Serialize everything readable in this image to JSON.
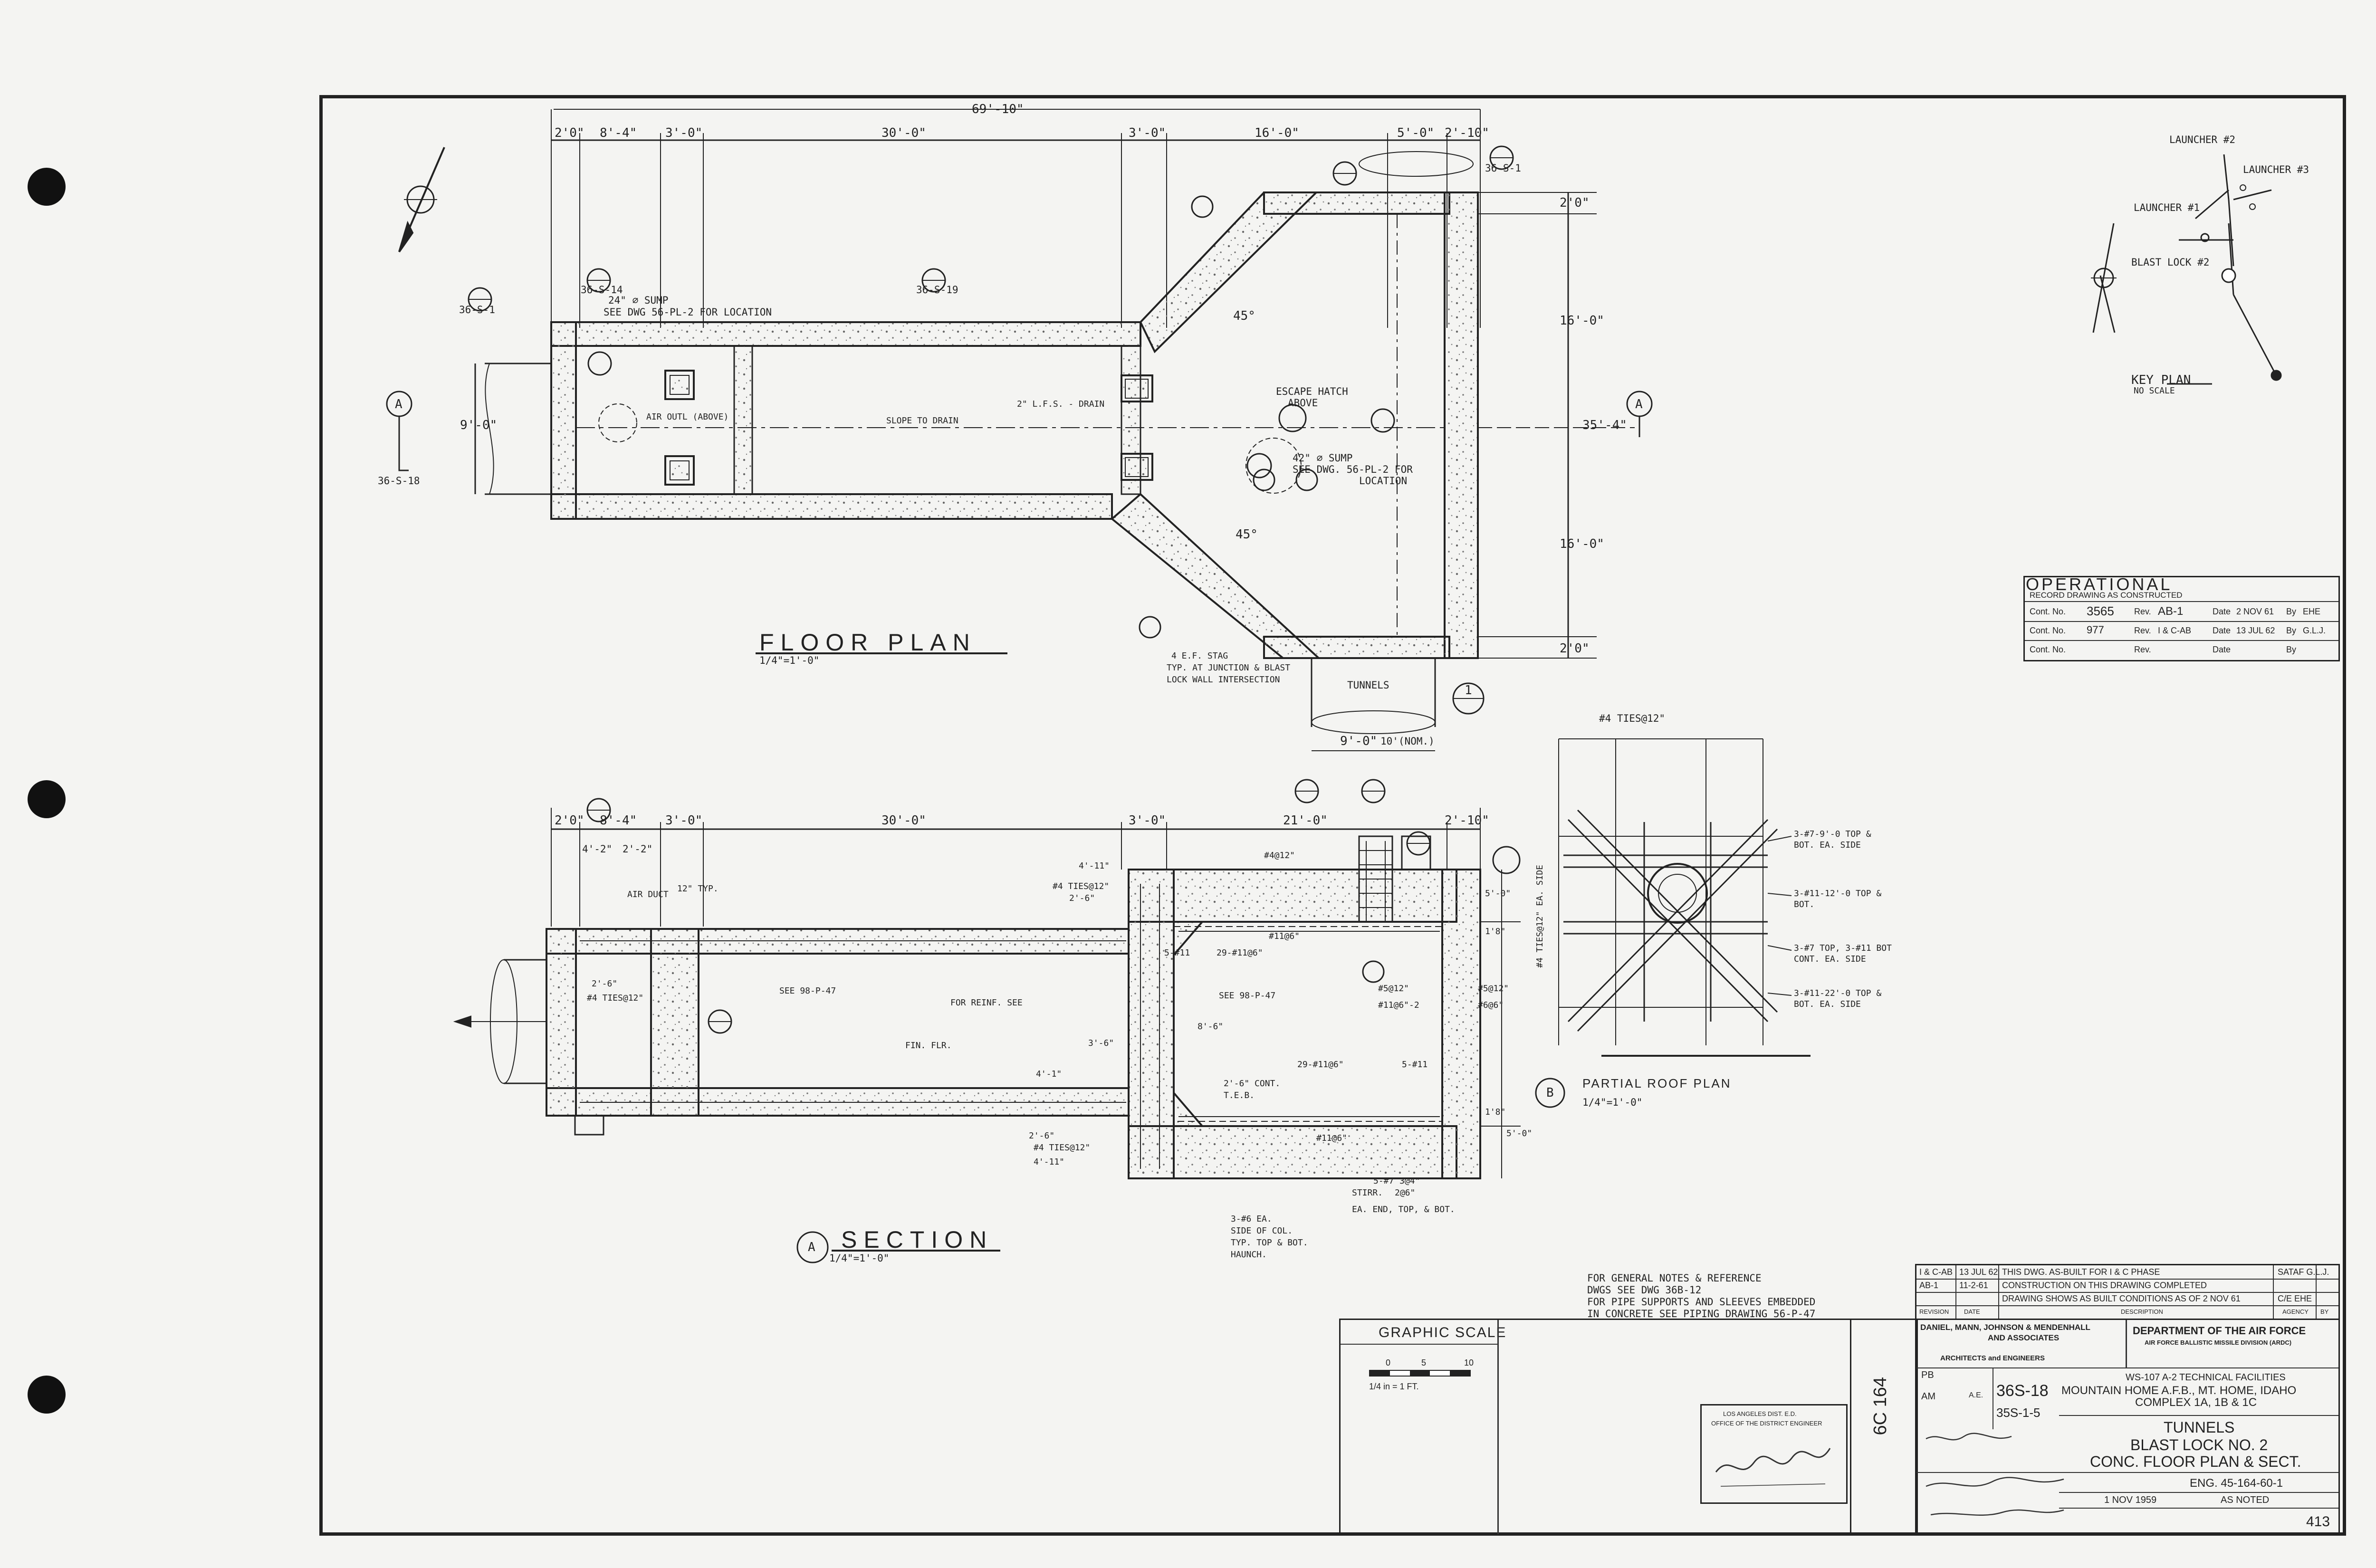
{
  "floor_plan": {
    "title": "FLOOR PLAN",
    "scale": "1/4\"=1'-0\"",
    "dims_top": [
      "2'0\"",
      "8'-4\"",
      "3'-0\"",
      "30'-0\"",
      "3'-0\"",
      "16'-0\"",
      "5'-0\"",
      "2'-10\""
    ],
    "overall": "69'-10\"",
    "sump_note_1": "24\" ⌀ SUMP",
    "sump_note_2": "SEE DWG 56-PL-2 FOR LOCATION",
    "air_outlet": "AIR OUTL (ABOVE)",
    "lfs_drain": "2\" L.F.S. - DRAIN",
    "slope": "SLOPE TO DRAIN",
    "escape_1": "ESCAPE HATCH",
    "escape_2": "ABOVE",
    "sump2_1": "42\" ⌀ SUMP",
    "sump2_2": "SEE DWG. 56-PL-2 FOR",
    "sump2_3": "LOCATION",
    "ef_stag_1": "4 E.F. STAG",
    "ef_stag_2": "TYP. AT JUNCTION & BLAST",
    "ef_stag_3": "LOCK WALL INTERSECTION",
    "tunnels": "TUNNELS",
    "dim_9": "9'-0\"",
    "dim_10": "10'(NOM.)",
    "right_20a": "2'0\"",
    "right_16a": "16'-0\"",
    "right_35": "35'-4\"",
    "right_16b": "16'-0\"",
    "right_20b": "2'0\"",
    "left_90": "9'-0\"",
    "angle_a": "45°",
    "angle_b": "45°",
    "ref_a": "A",
    "ref_one": "1",
    "ref_a2": "A",
    "ref_sht_1": "36-S-1",
    "ref_sht_18": "36-S-18",
    "ref_sht_19": "36-S-19",
    "ref_sht_14": "36-S-14",
    "ref_sht_3": "36-S-1"
  },
  "section": {
    "title": "SECTION",
    "letter": "A",
    "scale": "1/4\"=1'-0\"",
    "dims_top": [
      "2'0\"",
      "8'-4\"",
      "3'-0\"",
      "30'-0\"",
      "3'-0\"",
      "21'-0\"",
      "2'-10\""
    ],
    "n_42": "4'-2\"",
    "n_22": "2'-2\"",
    "air_duct": "AIR DUCT",
    "ties_1": "#4 TIES@12\"",
    "ties_2": "2'-6\"",
    "see_98": "SEE 98-P-47",
    "reinf": "FOR REINF. SEE",
    "see_98b": "SEE 98-P-47",
    "fin_flr": "FIN. FLR.",
    "typ_12": "12\" TYP.",
    "n_4711": "4'-11\"",
    "n_ties": "#4 TIES@12\"",
    "n_267": "2'-6\"",
    "n_4712": "#4@12\"",
    "n_1106": "#11@6\"",
    "n_29_1106": "29-#11@6\"",
    "n_5_11": "5-#11",
    "n_5at12": "#5@12\"",
    "n_11_6": "#11@6\"-2",
    "n_606": "#6@6\"",
    "n_5at12b": "#5@12\"",
    "n_26_cont": "2'-6\" CONT.",
    "n_teb": "T.E.B.",
    "n_29b": "29-#11@6\"",
    "n_5_11b": "5-#11",
    "n_11at6": "#11@6\"",
    "n_4_1": "4'-1\"",
    "n_26": "2'-6\"",
    "n_4ties12": "#4 TIES@12\"",
    "n_4_11": "4'-11\"",
    "n_5_7": "5-#7",
    "stirr": "STIRR.",
    "n_304": "3@4\"",
    "n_2at6": "2@6\"",
    "ea_end": "EA. END, TOP, & BOT.",
    "col_1": "3-#6 EA.",
    "col_2": "SIDE OF COL.",
    "col_3": "TYP. TOP & BOT.",
    "col_4": "HAUNCH.",
    "n_36": "3'-6\"",
    "n_86": "8'-6\"",
    "n_50a": "5'-0\"",
    "n_18a": "1'8\"",
    "n_50b": "5'-0\"",
    "n_18b": "1'8\""
  },
  "roof": {
    "title": "PARTIAL ROOF PLAN",
    "letter": "B",
    "scale": "1/4\"=1'-0\"",
    "ties_top": "#4 TIES@12\"",
    "ties_side": "#4 TIES@12\" EA. SIDE",
    "note1a": "3-#7-9'-0 TOP &",
    "note1b": "BOT. EA. SIDE",
    "note2a": "3-#11-12'-0 TOP &",
    "note2b": "BOT.",
    "note3a": "3-#7 TOP, 3-#11 BOT",
    "note3b": "CONT. EA. SIDE",
    "note4a": "3-#11-22'-0 TOP &",
    "note4b": "BOT. EA. SIDE"
  },
  "key_plan": {
    "title": "KEY PLAN",
    "scale": "NO SCALE",
    "l1": "LAUNCHER #2",
    "l2": "LAUNCHER #3",
    "l3": "LAUNCHER #1",
    "bl": "BLAST LOCK #2"
  },
  "operational": {
    "title": "OPERATIONAL",
    "subtitle": "RECORD DRAWING AS CONSTRUCTED",
    "rows": [
      {
        "label": "Cont. No.",
        "no": "3565",
        "rev_label": "Rev.",
        "rev": "AB-1",
        "date_label": "Date",
        "date": "2 NOV 61",
        "by_label": "By",
        "by": "EHE"
      },
      {
        "label": "Cont. No.",
        "no": "977",
        "rev_label": "Rev.",
        "rev": "I & C-AB",
        "date_label": "Date",
        "date": "13 JUL 62",
        "by_label": "By",
        "by": "G.L.J."
      },
      {
        "label": "Cont. No.",
        "no": "",
        "rev_label": "Rev.",
        "rev": "",
        "date_label": "Date",
        "date": "",
        "by_label": "By",
        "by": ""
      }
    ]
  },
  "notes": {
    "l1": "FOR GENERAL NOTES & REFERENCE",
    "l2": "DWGS SEE DWG 36B-12",
    "l3": "FOR PIPE SUPPORTS AND SLEEVES EMBEDDED",
    "l4": "IN CONCRETE SEE PIPING DRAWING 56-P-47"
  },
  "graphic_scale": {
    "title": "GRAPHIC SCALE",
    "ticks": [
      "0",
      "5",
      "10"
    ],
    "unit": "1/4 in = 1 FT."
  },
  "revisions": {
    "rows": [
      {
        "rev": "I & C-AB",
        "date": "13 JUL 62",
        "desc": "THIS DWG. AS-BUILT FOR I & C PHASE",
        "by": "SATAF G.L.J."
      },
      {
        "rev": "AB-1",
        "date": "11-2-61",
        "desc": "CONSTRUCTION ON THIS DRAWING COMPLETED",
        "by": ""
      },
      {
        "rev": "",
        "date": "",
        "desc": "DRAWING SHOWS AS BUILT CONDITIONS AS OF 2 NOV 61",
        "by": "C/E EHE"
      }
    ],
    "hdr": [
      "REVISION",
      "DATE",
      "DESCRIPTION",
      "AGENCY",
      "BY"
    ]
  },
  "title_block": {
    "firm1": "DANIEL, MANN, JOHNSON & MENDENHALL",
    "firm2": "AND ASSOCIATES",
    "firm3": "ARCHITECTS and ENGINEERS",
    "dept": "DEPARTMENT OF THE AIR FORCE",
    "div": "AIR FORCE BALLISTIC MISSILE DIVISION (ARDC)",
    "proj1": "WS-107 A-2 TECHNICAL FACILITIES",
    "proj2": "MOUNTAIN HOME A.F.B., MT. HOME, IDAHO",
    "proj3": "COMPLEX 1A, 1B & 1C",
    "t1": "TUNNELS",
    "t2": "BLAST LOCK NO. 2",
    "t3": "CONC. FLOOR PLAN & SECT.",
    "dwg_no": "36S-18",
    "sub_no": "35S-1-5",
    "eng": "ENG. 45-164-60-1",
    "date": "1 NOV 1959",
    "scale": "AS NOTED",
    "sheet": "413",
    "pb": "PB",
    "vert": "6C 164",
    "initials_a": "AM",
    "initials_b": "A.E."
  },
  "stamp": {
    "l1": "LOS ANGELES DIST. E.D.",
    "l2": "OFFICE OF THE DISTRICT ENGINEER"
  }
}
